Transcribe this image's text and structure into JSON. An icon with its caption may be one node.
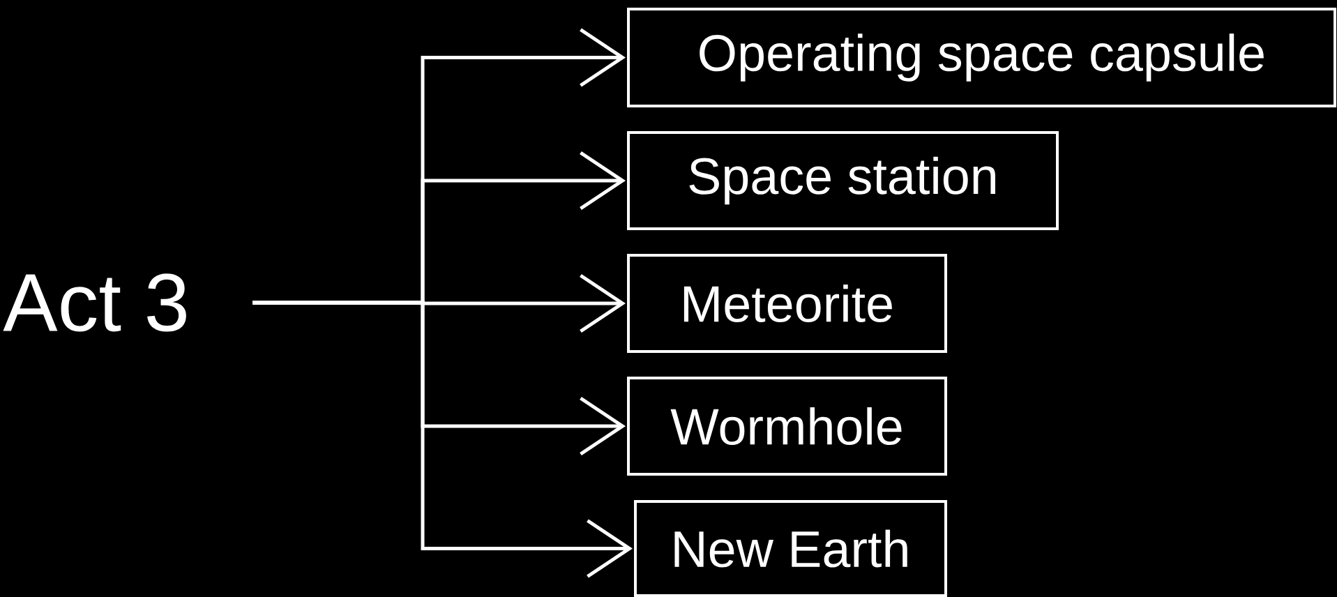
{
  "diagram": {
    "nodes": [
      {
        "text": [
          "Act 3"
        ]
      },
      {
        "text": [
          "Operating space capsule"
        ]
      },
      {
        "text": [
          "Space station"
        ]
      },
      {
        "text": [
          "Meteorite"
        ]
      },
      {
        "text": [
          "Wormhole"
        ]
      },
      {
        "text": [
          "New Earth"
        ]
      }
    ],
    "edges": [
      {
        "from": 0,
        "to": 1,
        "arrow": "to"
      },
      {
        "from": 0,
        "to": 2,
        "arrow": "to"
      },
      {
        "from": 0,
        "to": 3,
        "arrow": "to"
      },
      {
        "from": 0,
        "to": 4,
        "arrow": "to"
      },
      {
        "from": 0,
        "to": 5,
        "arrow": "to"
      }
    ]
  }
}
